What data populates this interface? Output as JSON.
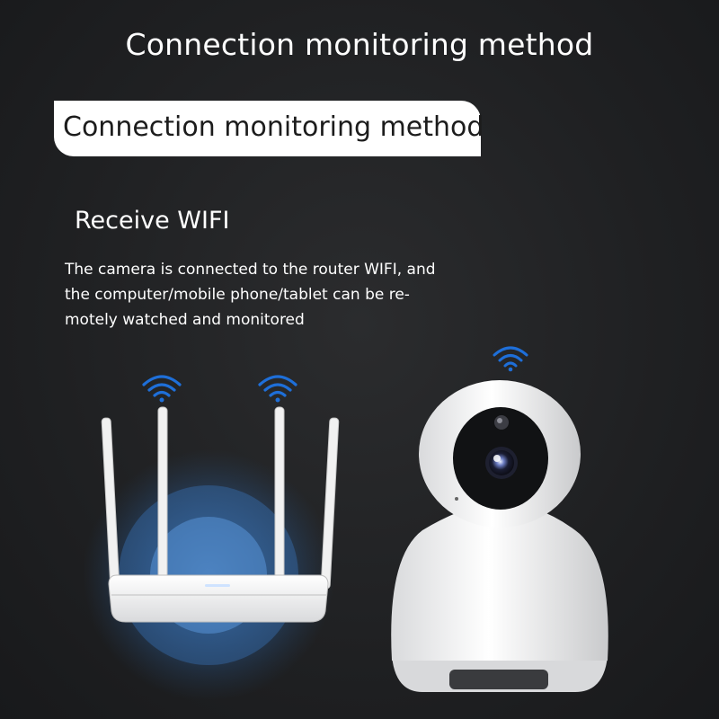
{
  "header": {
    "title": "Connection monitoring method",
    "pill_label": "Connection monitoring method"
  },
  "section": {
    "heading": "Receive WIFI",
    "description_lines": [
      "The camera is connected to the router WIFI, and",
      "the computer/mobile phone/tablet can be re-",
      "motely watched and monitored"
    ]
  },
  "colors": {
    "background": "#1f2022",
    "wifi_signal": "#1e6fd9",
    "glow": "#3a7fd0",
    "device_white": "#f2f2f2"
  },
  "icons": [
    "wifi-icon",
    "router-illustration",
    "camera-illustration"
  ]
}
